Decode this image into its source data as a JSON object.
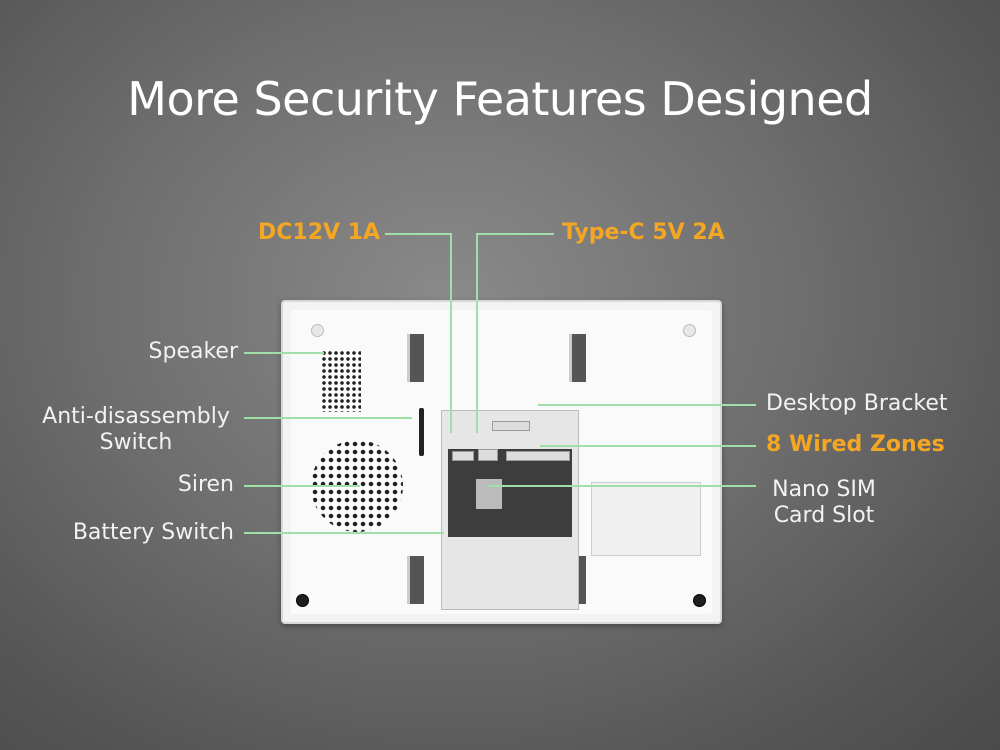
{
  "title": "More Security Features Designed",
  "colors": {
    "highlight": "#f5a623",
    "label": "#f2f2f2",
    "leader_line": "#9fe0a8"
  },
  "labels": {
    "top_left": "DC12V 1A",
    "top_right": "Type-C 5V 2A",
    "speaker": "Speaker",
    "anti_disassembly_line1": "Anti-disassembly",
    "anti_disassembly_line2": "Switch",
    "siren": "Siren",
    "battery_switch": "Battery Switch",
    "desktop_bracket": "Desktop Bracket",
    "wired_zones": "8 Wired Zones",
    "sim_line1": "Nano SIM",
    "sim_line2": "Card Slot"
  }
}
